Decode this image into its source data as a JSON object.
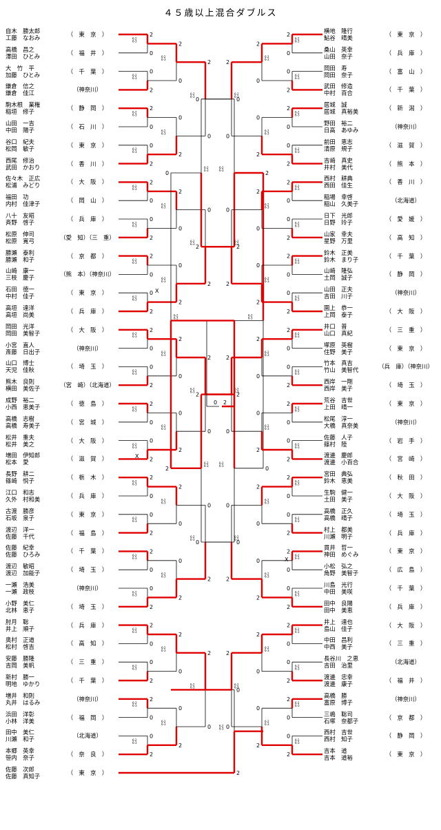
{
  "title": "４５歳以上混合ダブルス",
  "left": [
    {
      "names": [
        "自木　勝太郎",
        "工藤　なおみ"
      ],
      "pref": "（　東　京　）"
    },
    {
      "names": [
        "高橋　昌之",
        "澤田　ひとみ"
      ],
      "pref": "（　福　井　）"
    },
    {
      "names": [
        "大　竹　平",
        "加藤　ひとみ"
      ],
      "pref": "（　千　葉　）"
    },
    {
      "names": [
        "鎌倉　信之",
        "鎌倉　佳江"
      ],
      "pref": "（神奈川）"
    },
    {
      "names": [
        "駒木根　業権",
        "稲垣　修子"
      ],
      "pref": "（　静　岡　）"
    },
    {
      "names": [
        "山田　一吉",
        "中田　陽子"
      ],
      "pref": "（　石　川　）"
    },
    {
      "names": [
        "谷口　紀夫",
        "松岡　敏子"
      ],
      "pref": "（　東　京　）"
    },
    {
      "names": [
        "西尾　修治",
        "武田　かおり"
      ],
      "pref": "（　香　川　）"
    },
    {
      "names": [
        "佐々木　正広",
        "松浦　みどり"
      ],
      "pref": "（　大　阪　）"
    },
    {
      "names": [
        "福田　功",
        "内村　佳津子"
      ],
      "pref": "（　岡　山　）"
    },
    {
      "names": [
        "八十　友昭",
        "斉野　啓子"
      ],
      "pref": "（　兵　庫　）"
    },
    {
      "names": [
        "松原　伸司",
        "松原　寛弓"
      ],
      "pref": "（愛　知）（三　重）"
    },
    {
      "names": [
        "勝瀬　泰利",
        "勝瀬　和子"
      ],
      "pref": "（　京　都　）"
    },
    {
      "names": [
        "山崎　康一",
        "三枝　慶子"
      ],
      "pref": "（熊　本）（神奈川）"
    },
    {
      "names": [
        "石田　徳一",
        "中村　佳子"
      ],
      "pref": "（　東　京　）"
    },
    {
      "names": [
        "高垣　達洋",
        "高垣　尚美"
      ],
      "pref": "（　兵　庫　）"
    },
    {
      "names": [
        "岡田　光洋",
        "岡田　美智子"
      ],
      "pref": "（　大　阪　）"
    },
    {
      "names": [
        "小宮　直人",
        "斎藤　日出子"
      ],
      "pref": "（神奈川）"
    },
    {
      "names": [
        "山口　博士",
        "天児　佳秋"
      ],
      "pref": "（　埼　玉　）"
    },
    {
      "names": [
        "熊木　良則",
        "横田　美佐子"
      ],
      "pref": "（宮　崎）（北海道）"
    },
    {
      "names": [
        "成野　裕二",
        "小西　恵美子"
      ],
      "pref": "（　徳　島　）"
    },
    {
      "names": [
        "高橋　志樹",
        "高橋　寿美子"
      ],
      "pref": "（　宮　城　）"
    },
    {
      "names": [
        "松井　重夫",
        "松井　美之"
      ],
      "pref": "（　大　阪　）"
    },
    {
      "names": [
        "増田　伊知郎",
        "松本　愛"
      ],
      "pref": "（　滋　賀　）"
    },
    {
      "names": [
        "長野　耕二",
        "篠崎　悦子"
      ],
      "pref": "（　栃　木　）"
    },
    {
      "names": [
        "江口　和志",
        "久外　村和美"
      ],
      "pref": "（　兵　庫　）"
    },
    {
      "names": [
        "古渡　勝彦",
        "石坂　泉子"
      ],
      "pref": "（　東　京　）"
    },
    {
      "names": [
        "渡辺　洋一",
        "佐藤　千代"
      ],
      "pref": "（　福　島　）"
    },
    {
      "names": [
        "佐藤　紀幸",
        "佐藤　ひろみ"
      ],
      "pref": "（　千　葉　）"
    },
    {
      "names": [
        "渡辺　敏昭",
        "渡辺　加能子"
      ],
      "pref": "（　埼　玉　）"
    },
    {
      "names": [
        "一瀬　浩美",
        "一瀬　政枝"
      ],
      "pref": "（神奈川）"
    },
    {
      "names": [
        "小野　美仁",
        "北林　恵子"
      ],
      "pref": "（　埼　玉　）"
    },
    {
      "names": [
        "肘月　聡",
        "井上　順子"
      ],
      "pref": "（　兵　庫　）"
    },
    {
      "names": [
        "奥村　正道",
        "松村　啓吉"
      ],
      "pref": "（　高　知　）"
    },
    {
      "names": [
        "安藤　勝隆",
        "吉岡　美帆"
      ],
      "pref": "（　三　重　）"
    },
    {
      "names": [
        "新村　勝一",
        "明地　ゆかり"
      ],
      "pref": "（　千　葉　）"
    },
    {
      "names": [
        "増井　和則",
        "丸井　はるみ"
      ],
      "pref": "（神奈川）"
    },
    {
      "names": [
        "浜田　洋彰",
        "小林　洋美"
      ],
      "pref": "（　福　岡　）"
    },
    {
      "names": [
        "田中　美仁",
        "川瀬　和子"
      ],
      "pref": "（北海道）"
    },
    {
      "names": [
        "本郷　英幸",
        "笹内　奈子"
      ],
      "pref": "（　奈　良　）"
    },
    {
      "names": [
        "佐藤　次郎",
        "佐藤　真知子"
      ],
      "pref": "（　東　京　）"
    }
  ],
  "right": [
    {
      "names": [
        "横地　隆行",
        "鮎谷　晴美"
      ],
      "pref": "（　東　京　）"
    },
    {
      "names": [
        "桑山　英幸",
        "山田　奈子"
      ],
      "pref": "（　兵　庫　）"
    },
    {
      "names": [
        "岡田　寿",
        "岡田　奈子"
      ],
      "pref": "（　富　山　）"
    },
    {
      "names": [
        "武田　修造",
        "中村　百合"
      ],
      "pref": "（　千　葉　）"
    },
    {
      "names": [
        "居城　誠",
        "居城　真裕美"
      ],
      "pref": "（　新　潟　）"
    },
    {
      "names": [
        "野田　裕二",
        "日高　あゆみ"
      ],
      "pref": "（神奈川）"
    },
    {
      "names": [
        "前田　恵志",
        "清原　規子"
      ],
      "pref": "（　滋　賀　）"
    },
    {
      "names": [
        "吉崎　真史",
        "井村　美代"
      ],
      "pref": "（　熊　本　）"
    },
    {
      "names": [
        "西村　耕典",
        "西田　佳生"
      ],
      "pref": "（　香　川　）"
    },
    {
      "names": [
        "稲場　幸啓",
        "稲山　久美子"
      ],
      "pref": "（北海道）"
    },
    {
      "names": [
        "日下　光郎",
        "日野　玲子"
      ],
      "pref": "（　愛　媛　）"
    },
    {
      "names": [
        "山家　幸夫",
        "星野　万里"
      ],
      "pref": "（　高　知　）"
    },
    {
      "names": [
        "鈴木　正美",
        "鈴木　まり子"
      ],
      "pref": "（　千　葉　）"
    },
    {
      "names": [
        "山崎　隆弘",
        "土岡　誠子"
      ],
      "pref": "（　静　岡　）"
    },
    {
      "names": [
        "山田　正夫",
        "吉田　川子"
      ],
      "pref": "（神奈川）"
    },
    {
      "names": [
        "園上　恭一",
        "上岡　泰子"
      ],
      "pref": "（　大　阪　）"
    },
    {
      "names": [
        "井口　普",
        "山口　真紀"
      ],
      "pref": "（　三　重　）"
    },
    {
      "names": [
        "塚原　英樹",
        "住野　美子"
      ],
      "pref": "（　東　京　）"
    },
    {
      "names": [
        "竹本　真吉",
        "竹山　美智代"
      ],
      "pref": "（兵　庫）（神奈川）"
    },
    {
      "names": [
        "西岸　一剛",
        "西岸　美子"
      ],
      "pref": "（　埼　玉　）"
    },
    {
      "names": [
        "荒谷　吉世",
        "上田　晴一"
      ],
      "pref": "（　東　京　）"
    },
    {
      "names": [
        "松尾　淳一",
        "大橋　真奈美"
      ],
      "pref": "（神奈川）"
    },
    {
      "names": [
        "佐藤　人子",
        "篠村　陸"
      ],
      "pref": "（　岩　手　）"
    },
    {
      "names": [
        "渡邊　慶郎",
        "渡邊　小百合"
      ],
      "pref": "（　宮　崎　）"
    },
    {
      "names": [
        "宮田　典弘",
        "鈴木　恵美"
      ],
      "pref": "（　秋　田　）"
    },
    {
      "names": [
        "生駒　健一",
        "土田　美子"
      ],
      "pref": "（　大　阪　）"
    },
    {
      "names": [
        "高橋　正久",
        "高橋　晴子"
      ],
      "pref": "（　埼　玉　）"
    },
    {
      "names": [
        "村上　都美",
        "川瀬　明子"
      ],
      "pref": "（　兵　庫　）"
    },
    {
      "names": [
        "貫井　哲一",
        "神田　めぐみ"
      ],
      "pref": "（　東　京　）"
    },
    {
      "names": [
        "小松　弘之",
        "角野　美智子"
      ],
      "pref": "（　広　島　）"
    },
    {
      "names": [
        "川島　光行",
        "中田　美咲"
      ],
      "pref": "（　千　葉　）"
    },
    {
      "names": [
        "田中　良陽",
        "田中　美恵"
      ],
      "pref": "（　兵　庫　）"
    },
    {
      "names": [
        "井上　達也",
        "島山　佳子"
      ],
      "pref": "（　大　阪　）"
    },
    {
      "names": [
        "中田　昌利",
        "中西　美子"
      ],
      "pref": "（　三　重　）"
    },
    {
      "names": [
        "長谷川　之恵",
        "吉田　治里"
      ],
      "pref": "（北海道）"
    },
    {
      "names": [
        "渡邊　忠幸",
        "渡邊　康子"
      ],
      "pref": "（　福　井　）"
    },
    {
      "names": [
        "高橋　勝",
        "富原　博子"
      ],
      "pref": "（神奈川）"
    },
    {
      "names": [
        "三嶋　聡司",
        "石塚　奈都子"
      ],
      "pref": "（　京　都　）"
    },
    {
      "names": [
        "西村　吉世",
        "西村　知子"
      ],
      "pref": "（　静　岡　）"
    },
    {
      "names": [
        "吉本　道",
        "吉本　道裕"
      ],
      "pref": "（　東　京　）"
    }
  ],
  "marks": {
    "final_left": "0",
    "final_right": "2",
    "bye": "X"
  }
}
